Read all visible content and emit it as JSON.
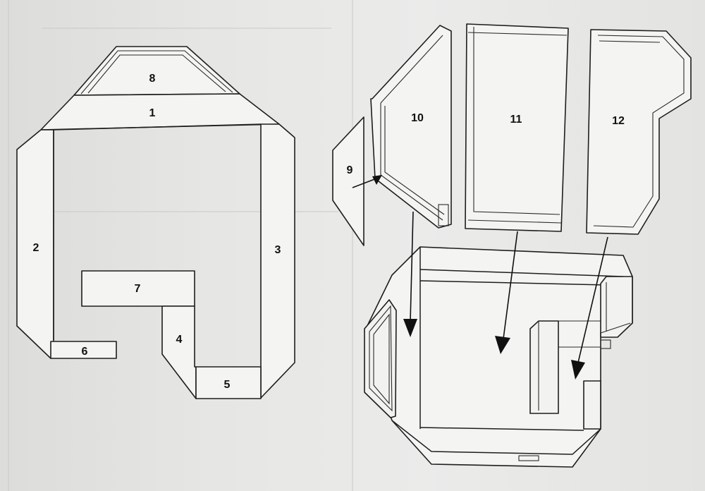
{
  "diagram": {
    "part_labels": [
      "1",
      "2",
      "3",
      "4",
      "5",
      "6",
      "7",
      "8",
      "9",
      "10",
      "11",
      "12"
    ]
  },
  "colors": {
    "paper": "#e4e4e2",
    "ink": "#1e1e1e",
    "panel": "#f4f4f2"
  }
}
